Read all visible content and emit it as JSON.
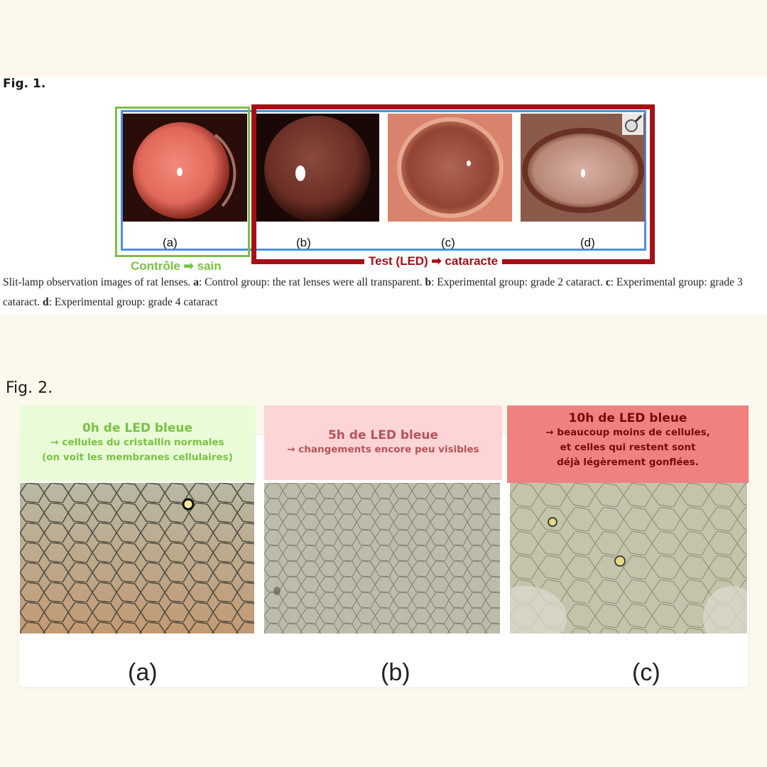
{
  "fig1": {
    "label": "Fig. 1.",
    "subfigures": [
      "(a)",
      "(b)",
      "(c)",
      "(d)"
    ],
    "control_label": "Contrôle ➡ sain",
    "test_label": "Test (LED) ➡ cataracte",
    "caption": {
      "intro": "Slit-lamp observation images of rat lenses. ",
      "a_key": "a",
      "a_text": ": Control group: the rat lenses were all transparent. ",
      "b_key": "b",
      "b_text": ": Experimental group: grade 2 cataract. ",
      "c_key": "c",
      "c_text": ": Experimental group: grade 3 cataract. ",
      "d_key": "d",
      "d_text": ": Experimental group: grade 4 cataract"
    },
    "colors": {
      "control": "#7ac143",
      "test": "#a50f15",
      "frame": "#4a90e2"
    }
  },
  "fig2": {
    "label": "Fig. 2.",
    "subfigures": [
      "(a)",
      "(b)",
      "(c)"
    ],
    "banners": [
      {
        "title": "0h de LED bleue",
        "lines": [
          "→ cellules du cristallin normales",
          "(on voit les membranes cellulaires)"
        ]
      },
      {
        "title": "5h de LED bleue",
        "lines": [
          "→ changements encore peu visibles"
        ]
      },
      {
        "title": "10h de LED bleue",
        "lines": [
          "→ beaucoup moins de cellules,",
          "et celles qui restent sont",
          "déjà légèrement gonflées."
        ]
      }
    ]
  }
}
